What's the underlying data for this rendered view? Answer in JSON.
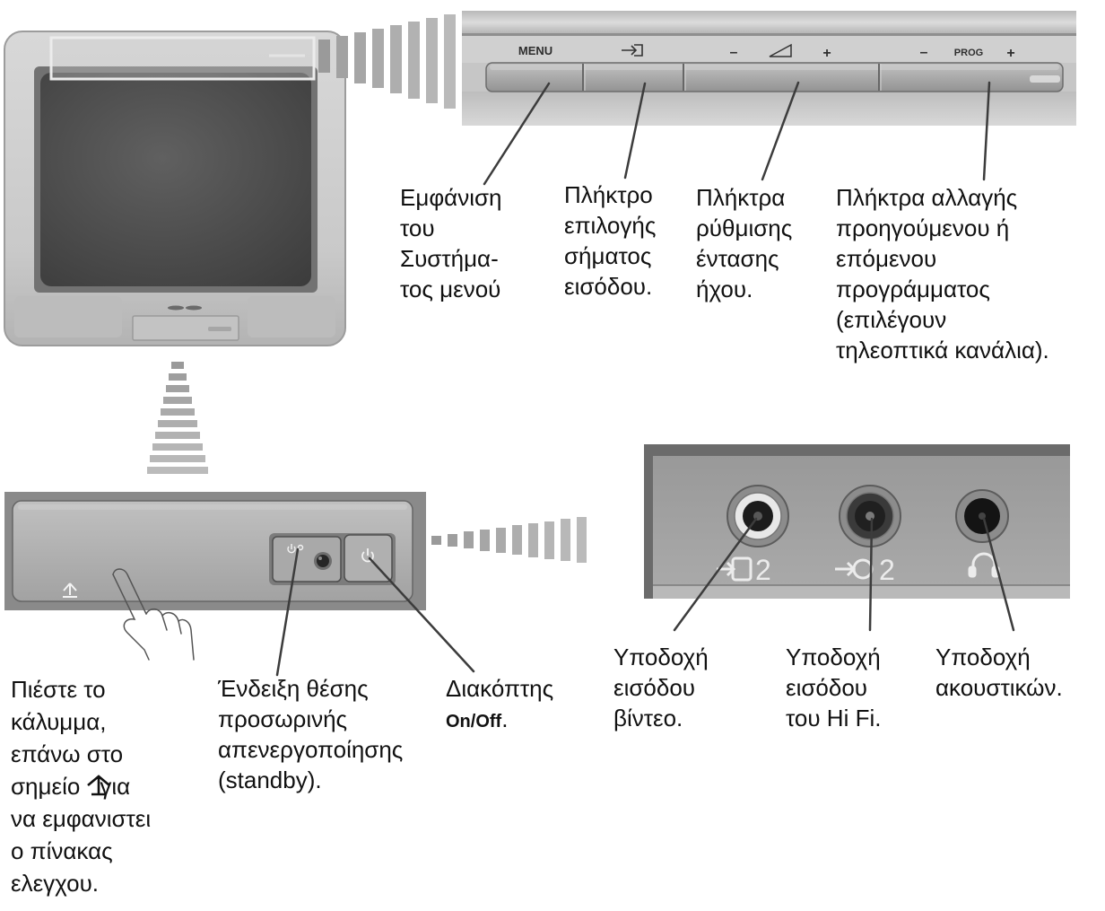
{
  "top_panel": {
    "menu_label": "MENU",
    "vol_minus": "–",
    "vol_plus": "+",
    "prog_minus": "–",
    "prog_label": "PROG",
    "prog_plus": "+"
  },
  "top_callouts": {
    "menu": [
      "Εμφάνιση",
      "του",
      "Συστήμα-",
      "τος μενού"
    ],
    "input": [
      "Πλήκτρο",
      "επιλογής",
      "σήματος",
      "εισόδου."
    ],
    "volume": [
      "Πλήκτρα",
      "ρύθμισης",
      "έντασης",
      "ήχου."
    ],
    "program": [
      "Πλήκτρα αλλαγής",
      "προηγούμενου ή",
      "επόμενου",
      "προγράμματος",
      "(επιλέγουν",
      "τηλεοπτικά κανάλια)."
    ]
  },
  "bottom_callouts": {
    "cover": {
      "lines_before": [
        "Πιέστε το",
        "κάλυμμα,",
        "επάνω στο"
      ],
      "icon_line_before": "σημείο",
      "icon_line_after": "για",
      "lines_after": [
        "να εμφανιστει",
        "ο πίνακας",
        "ελεγχου."
      ]
    },
    "standby": [
      "Ένδειξη θέσης",
      "προσωρινής",
      "απενεργοποίησης",
      "(standby)."
    ],
    "power": {
      "title": "Διακόπτης",
      "switch_label": "On/Off",
      "switch_suffix": "."
    },
    "video": [
      "Υποδοχή",
      "εισόδου",
      "βίντεο."
    ],
    "hifi": [
      "Υποδοχή",
      "εισόδου",
      "του Hi Fi."
    ],
    "headphones": [
      "Υποδοχή",
      "ακουστικών."
    ]
  },
  "jack_panel": {
    "video_jack_label": "2",
    "hifi_jack_label": "2"
  },
  "icons": {
    "input_select": "input-arrow-icon",
    "volume": "volume-wedge-icon",
    "panel_open": "panel-open-arrow-icon",
    "standby_indicator": "standby-indicator-icon",
    "power": "power-icon",
    "video_input": "video-input-icon",
    "hifi_input": "hifi-input-icon",
    "headphones": "headphones-icon"
  },
  "colors": {
    "callout_line": "#3c3c3c",
    "text": "#111111"
  }
}
